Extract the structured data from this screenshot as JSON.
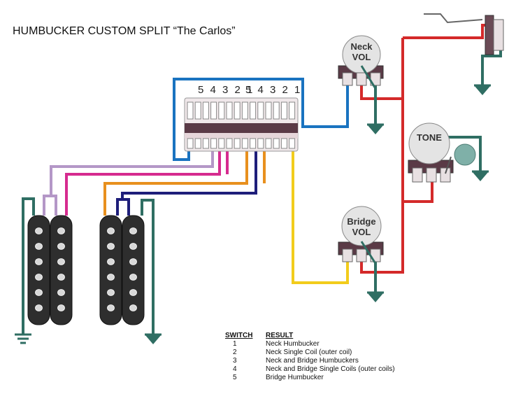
{
  "title": "HUMBUCKER CUSTOM SPLIT “The Carlos”",
  "switch_numbers_left": "5 4 3 2 1",
  "switch_numbers_right": "5 4 3 2 1",
  "pots": {
    "neck_line1": "Neck",
    "neck_line2": "VOL",
    "tone": "TONE",
    "bridge_line1": "Bridge",
    "bridge_line2": "VOL"
  },
  "table": {
    "header_switch": "SWITCH",
    "header_result": "RESULT",
    "rows": [
      {
        "switch": "1",
        "result": "Neck Humbucker"
      },
      {
        "switch": "2",
        "result": "Neck Single Coil (outer coil)"
      },
      {
        "switch": "3",
        "result": "Neck and Bridge Humbuckers"
      },
      {
        "switch": "4",
        "result": "Neck and Bridge Single Coils (outer coils)"
      },
      {
        "switch": "5",
        "result": "Bridge Humbucker"
      }
    ]
  },
  "colors": {
    "blue": "#1a73c0",
    "red": "#d42a2a",
    "green": "#2f6e63",
    "lavender": "#b497c7",
    "magenta": "#d62b8f",
    "orange": "#e8901e",
    "navy": "#1e1e7a",
    "yellow": "#f2cc1c",
    "pickup": "#2e2e2e"
  }
}
